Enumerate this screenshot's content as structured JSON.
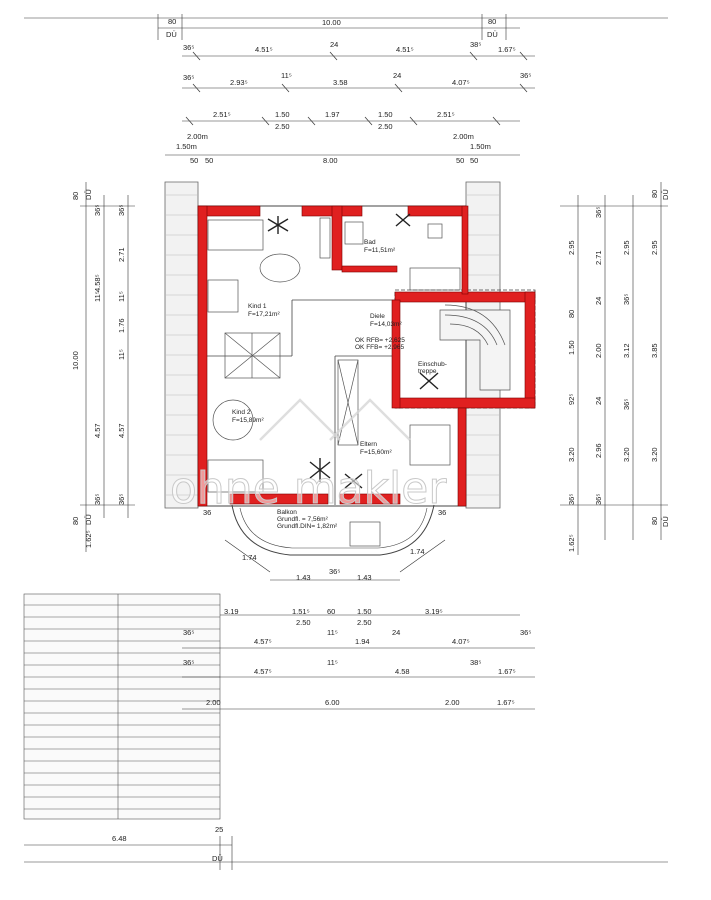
{
  "rooms": [
    {
      "key": "kind1",
      "name": "Kind 1",
      "area": "F=17,21m²"
    },
    {
      "key": "bad",
      "name": "Bad",
      "area": "F=11,51m²"
    },
    {
      "key": "diele",
      "name": "Diele",
      "area": "F=14,03m²"
    },
    {
      "key": "kind2",
      "name": "Kind 2",
      "area": "F=15,89m²"
    },
    {
      "key": "eltern",
      "name": "Eltern",
      "area": "F=15,60m²"
    }
  ],
  "balkon": {
    "name": "Balkon",
    "line1": "Grundfl. = 7,56m²",
    "line2": "Grundfl.DIN= 1,82m²"
  },
  "diele_levels": {
    "okrfb": "OK RFB= +2,625",
    "okffb": "OK FFB= +2,965"
  },
  "stair_label": {
    "line1": "Einschub-",
    "line2": "treppe"
  },
  "watermark": "ohne makler",
  "top_dims": {
    "r1": {
      "left": "80",
      "left_sub": "DÜ",
      "total": "10.00",
      "right": "80",
      "right_sub": "DÜ"
    },
    "r2": [
      "36⁵",
      "4.51⁵",
      "24",
      "4.51⁵",
      "38⁵",
      "1.67⁵"
    ],
    "r3": [
      "36⁵",
      "2.93⁵",
      "11⁵",
      "3.58",
      "24",
      "4.07⁵",
      "36⁵"
    ],
    "r4": [
      "2.51⁵",
      "1.50",
      "1.97",
      "1.50",
      "2.51⁵"
    ],
    "r4b": [
      "2.50",
      "2.50"
    ],
    "r5": [
      "2.00m",
      "1.50m",
      "50",
      "50",
      "8.00",
      "50",
      "50",
      "2.00m",
      "1.50m"
    ]
  },
  "left_dims": {
    "outer": [
      "80",
      "DÜ",
      "10.00",
      "80",
      "DÜ",
      "1.62⁵"
    ],
    "inner": [
      "36⁵",
      "4.58⁵",
      "11⁵",
      "4.57",
      "36⁵"
    ],
    "inner2": [
      "36⁵",
      "2.71",
      "11⁵",
      "1.76",
      "11⁵",
      "4.57",
      "36⁵"
    ]
  },
  "right_dims": {
    "c1": [
      "2.95",
      "80",
      "1.50",
      "92⁵",
      "3.20",
      "36⁵",
      "1.62⁵"
    ],
    "c2": [
      "36⁵",
      "2.71",
      "24",
      "2.00",
      "24",
      "2.96",
      "36⁵"
    ],
    "c3": [
      "2.95",
      "36⁵",
      "3.12",
      "36⁵",
      "3.20"
    ],
    "c4": [
      "2.95",
      "3.85",
      "3.20",
      "80",
      "DÜ",
      "80",
      "DÜ"
    ]
  },
  "balkon_dims": [
    "36",
    "1.74",
    "1.43",
    "36⁵",
    "1.43",
    "1.74",
    "36"
  ],
  "bottom_dims": {
    "r1": [
      "3.19",
      "1.51⁵",
      "60",
      "1.50",
      "3.19⁵"
    ],
    "r1b": [
      "2.50",
      "2.50"
    ],
    "r2": [
      "36⁵",
      "4.57⁵",
      "11⁵",
      "1.94",
      "24",
      "4.07⁵",
      "36⁵"
    ],
    "r3": [
      "36⁵",
      "4.57⁵",
      "11⁵",
      "4.58",
      "38⁵",
      "1.67⁵"
    ],
    "r4": [
      "2.00",
      "6.00",
      "2.00",
      "1.67⁵"
    ],
    "r5": [
      "6.48",
      "25",
      "DÜ"
    ]
  }
}
